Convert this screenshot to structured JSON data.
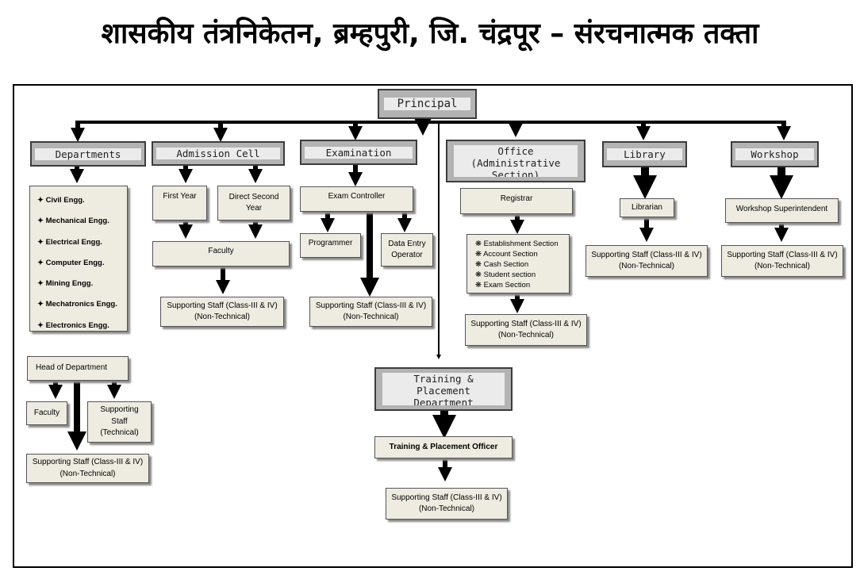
{
  "title": "शासकीय तंत्रनिकेतन, ब्रम्हपुरी, जि. चंद्रपूर – संरचनात्मक तक्ता",
  "principal": "Principal",
  "headers": {
    "departments": "Departments",
    "admission": "Admission Cell",
    "examination": "Examination",
    "office": "Office\n(Administrative\nSection)",
    "library": "Library",
    "workshop": "Workshop",
    "training": "Training &\nPlacement\nDepartment"
  },
  "departments_list": [
    "Civil Engg.",
    "Mechanical Engg.",
    "Electrical Engg.",
    "Computer Engg.",
    "Mining Engg.",
    "Mechatronics Engg.",
    "Electronics Engg."
  ],
  "list_bullet": "✦",
  "hod": "Head of Department",
  "dept_faculty": "Faculty",
  "dept_support_tech": "Supporting\nStaff\n(Technical)",
  "support_nt": "Supporting Staff (Class-III & IV)\n(Non-Technical)",
  "admission_first_year": "First Year",
  "admission_dsy": "Direct Second\nYear",
  "admission_faculty": "Faculty",
  "exam_controller": "Exam Controller",
  "exam_programmer": "Programmer",
  "exam_deo": "Data Entry\nOperator",
  "office_registrar": "Registrar",
  "office_sections": [
    "Establishment Section",
    "Account Section",
    "Cash Section",
    "Student section",
    "Exam Section"
  ],
  "office_bullet": "❋",
  "librarian": "Librarian",
  "workshop_superintendent": "Workshop Superintendent",
  "tpo": "Training & Placement Officer"
}
